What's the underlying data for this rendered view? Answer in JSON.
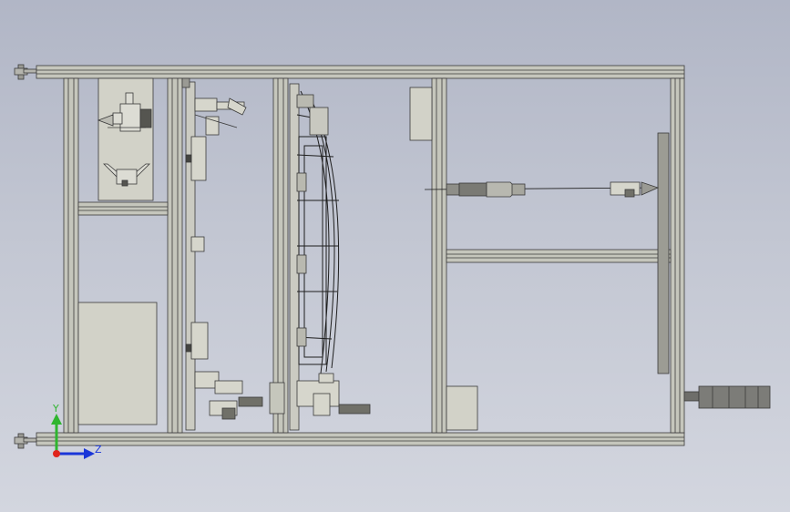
{
  "axes": {
    "y_label": "Y",
    "z_label": "Z",
    "y_color": "#2fb52f",
    "z_color": "#1a36d8",
    "origin_color": "#e0241c"
  },
  "palette": {
    "frame": "#c5c6bc",
    "frame_edge": "#3a3a3a",
    "panel": "#d2d2c8",
    "dark_plate": "#9c9c94",
    "motor": "#7c7c78",
    "line": "#1e1e1e"
  },
  "components": [
    "frame-top-rail",
    "frame-bottom-rail",
    "vertical-post",
    "leveling-foot",
    "left-mounting-panel",
    "lower-left-panel",
    "clamp-assembly",
    "curved-fixture",
    "control-box",
    "pneumatic-cylinder",
    "right-guide-plate",
    "horizontal-crossbar",
    "servo-motor"
  ]
}
